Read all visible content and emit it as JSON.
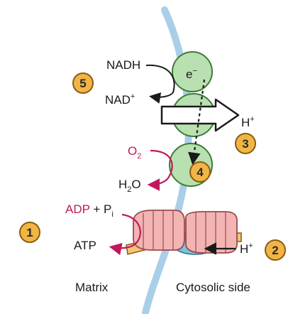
{
  "labels": {
    "nadh": "NADH",
    "nad_plus": "NAD",
    "nad_sup": "+",
    "e_minus": "e",
    "e_sup": "−",
    "h_plus_top": "H",
    "h_plus_top_sup": "+",
    "o2": "O",
    "o2_sub": "2",
    "h2o_h": "H",
    "h2o_sub": "2",
    "h2o_o": "O",
    "adp": "ADP",
    "plus_pi": " + P",
    "pi_sub": "i",
    "atp": "ATP",
    "h_plus_bottom": "H",
    "h_plus_bottom_sup": "+",
    "matrix": "Matrix",
    "cytosolic_side": "Cytosolic side"
  },
  "steps": [
    "1",
    "2",
    "3",
    "4",
    "5"
  ],
  "colors": {
    "membrane": "#a9cfe8",
    "complex_fill": "#b9e0b0",
    "complex_stroke": "#3d7a3a",
    "badge_fill": "#f2b545",
    "badge_stroke": "#8a5a10",
    "accent": "#c2185b",
    "synthase_fill": "#f3b4b4",
    "synthase_stroke": "#9a4a4a",
    "stalk_fill": "#f4c37a",
    "base_fill": "#7fc2e0"
  }
}
